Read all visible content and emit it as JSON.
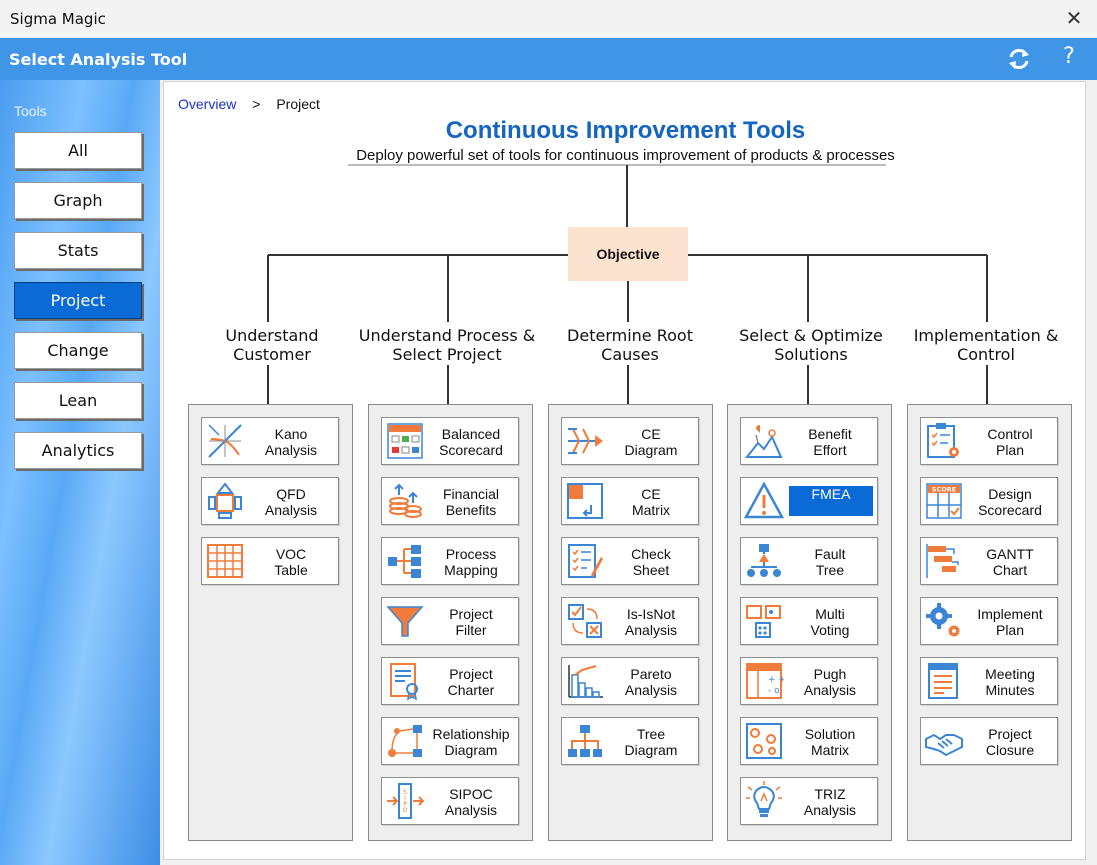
{
  "window": {
    "app_title": "Sigma Magic",
    "close": "✕"
  },
  "header": {
    "title": "Select Analysis Tool",
    "help": "?"
  },
  "sidebar": {
    "label": "Tools",
    "buttons": [
      {
        "label": "All"
      },
      {
        "label": "Graph"
      },
      {
        "label": "Stats"
      },
      {
        "label": "Project",
        "active": true
      },
      {
        "label": "Change"
      },
      {
        "label": "Lean"
      },
      {
        "label": "Analytics"
      }
    ]
  },
  "breadcrumb": {
    "overview": "Overview",
    "sep": ">",
    "current": "Project"
  },
  "main": {
    "title": "Continuous Improvement Tools",
    "subtitle": "Deploy powerful set of tools for continuous improvement of products & processes",
    "objective": "Objective"
  },
  "categories": [
    {
      "label": "Understand Customer",
      "items": [
        {
          "label": "Kano Analysis"
        },
        {
          "label": "QFD Analysis"
        },
        {
          "label": "VOC Table"
        }
      ]
    },
    {
      "label": "Understand Process & Select Project",
      "items": [
        {
          "label": "Balanced Scorecard"
        },
        {
          "label": "Financial Benefits"
        },
        {
          "label": "Process Mapping"
        },
        {
          "label": "Project Filter"
        },
        {
          "label": "Project Charter"
        },
        {
          "label": "Relationship Diagram"
        },
        {
          "label": "SIPOC Analysis"
        }
      ]
    },
    {
      "label": "Determine Root Causes",
      "items": [
        {
          "label": "CE Diagram"
        },
        {
          "label": "CE Matrix"
        },
        {
          "label": "Check Sheet"
        },
        {
          "label": "Is-IsNot Analysis"
        },
        {
          "label": "Pareto Analysis"
        },
        {
          "label": "Tree Diagram"
        }
      ]
    },
    {
      "label": "Select & Optimize Solutions",
      "items": [
        {
          "label": "Benefit Effort"
        },
        {
          "label": "FMEA"
        },
        {
          "label": "Fault Tree"
        },
        {
          "label": "Multi Voting"
        },
        {
          "label": "Pugh Analysis"
        },
        {
          "label": "Solution Matrix"
        },
        {
          "label": "TRIZ Analysis"
        }
      ]
    },
    {
      "label": "Implementation & Control",
      "items": [
        {
          "label": "Control Plan"
        },
        {
          "label": "Design Scorecard"
        },
        {
          "label": "GANTT Chart"
        },
        {
          "label": "Implement Plan"
        },
        {
          "label": "Meeting Minutes"
        },
        {
          "label": "Project Closure"
        }
      ]
    }
  ],
  "icon_names": [
    [
      "kano-icon",
      "qfd-icon",
      "voc-table-icon"
    ],
    [
      "balanced-scorecard-icon",
      "financial-benefits-icon",
      "process-mapping-icon",
      "project-filter-icon",
      "project-charter-icon",
      "relationship-diagram-icon",
      "sipoc-icon"
    ],
    [
      "ce-diagram-icon",
      "ce-matrix-icon",
      "check-sheet-icon",
      "is-isnot-icon",
      "pareto-icon",
      "tree-diagram-icon"
    ],
    [
      "benefit-effort-icon",
      "fmea-icon",
      "fault-tree-icon",
      "multi-voting-icon",
      "pugh-icon",
      "solution-matrix-icon",
      "triz-icon"
    ],
    [
      "control-plan-icon",
      "design-scorecard-icon",
      "gantt-icon",
      "implement-plan-icon",
      "meeting-minutes-icon",
      "project-closure-icon"
    ]
  ],
  "colors": {
    "header_blue": "#3f95e6",
    "active_blue": "#0a6ad6",
    "title_blue": "#1565c0",
    "objective_bg": "#fbe3cf",
    "icon_orange": "#f07b3a",
    "icon_blue": "#3a86d4"
  }
}
